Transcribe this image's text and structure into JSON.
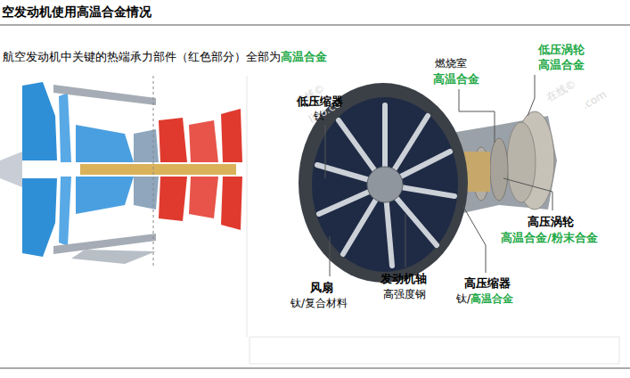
{
  "diagram": {
    "title": "空发动机使用高温合金情况",
    "labels": [
      "航空发动机中关键的热端承力部件（红色部分）全部为",
      "高温合金",
      "低压缩器",
      "钛",
      "燃烧室",
      "高温合金",
      "低压涡轮",
      "高温合金",
      "高压涡轮",
      "高温合金/粉末合金",
      "风扇",
      "钛/复合材料",
      "发动机轴",
      "高强度钢",
      "高压缩器",
      "钛/",
      "高温合金",
      "在线©",
      "liao.co",
      "在线©",
      ".com"
    ]
  }
}
